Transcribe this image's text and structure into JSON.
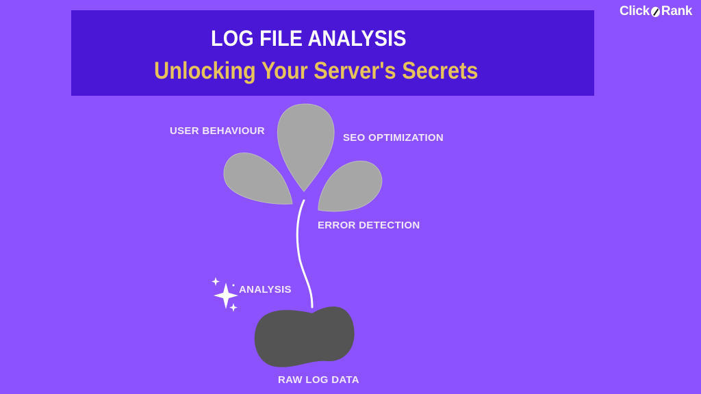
{
  "brand": {
    "name_left": "Click",
    "name_right": "Rank",
    "icon": "rocket-icon"
  },
  "header": {
    "title": "LOG FILE ANALYSIS",
    "subtitle": "Unlocking Your Server's Secrets"
  },
  "diagram": {
    "petals": [
      {
        "label": "USER BEHAVIOUR"
      },
      {
        "label": "SEO OPTIMIZATION"
      },
      {
        "label": "ERROR DETECTION"
      }
    ],
    "stem_label": "ANALYSIS",
    "root_label": "RAW LOG DATA"
  },
  "colors": {
    "background": "#8c52ff",
    "banner": "#4b17d6",
    "subtitle": "#e8c25a",
    "petal": "#a6a6a6",
    "root": "#545454"
  }
}
